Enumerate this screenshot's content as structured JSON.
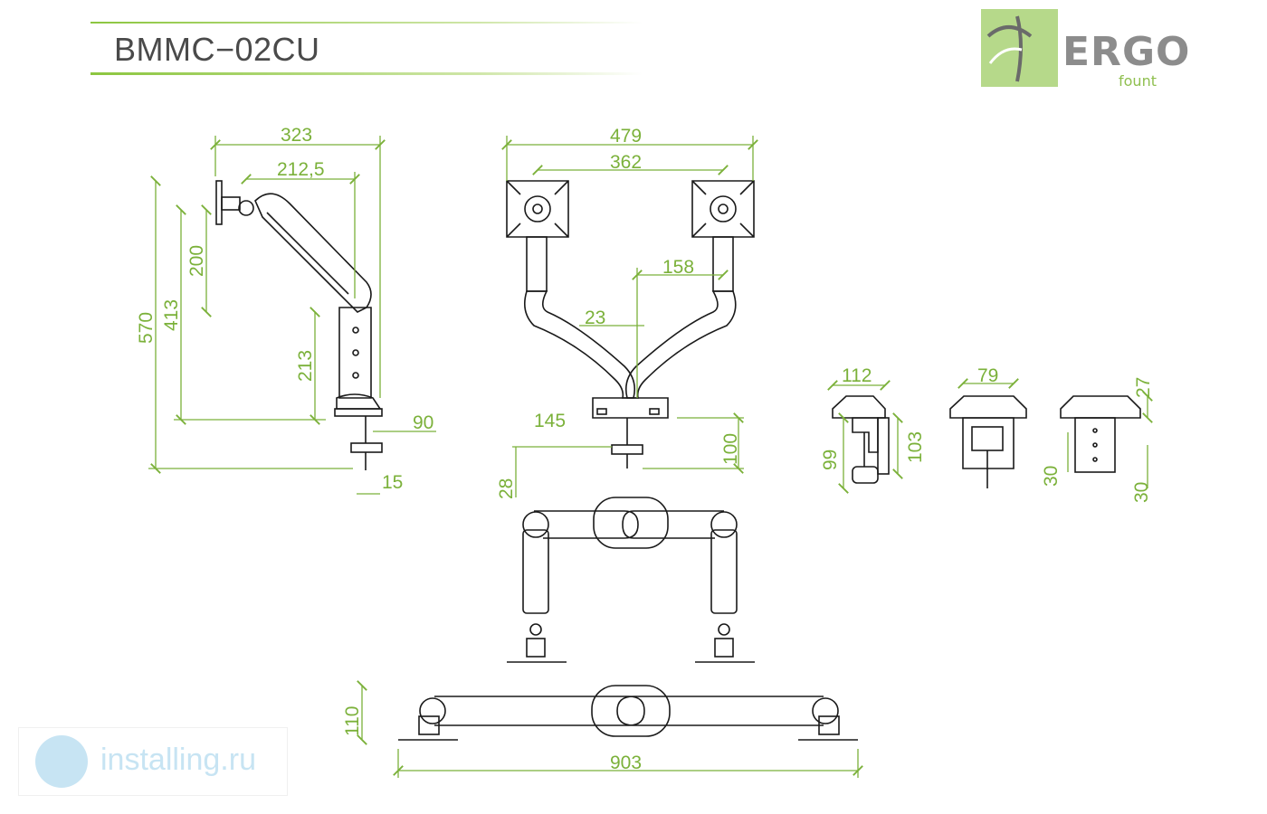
{
  "title": "BMMC−02CU",
  "logo": {
    "brand": "ERGO",
    "sub": "fount",
    "accent": "#8cc63f"
  },
  "watermark": {
    "text": "installing.ru",
    "color": "#c7e4f3"
  },
  "colors": {
    "dimension": "#7bb13a",
    "outline": "#1a1a1a"
  },
  "dimensions": {
    "d323": "323",
    "d212": "212,5",
    "d200": "200",
    "d413": "413",
    "d570": "570",
    "d213": "213",
    "d90": "90",
    "d15": "15",
    "d479": "479",
    "d362": "362",
    "d158": "158",
    "d23": "23",
    "d145": "145",
    "d100": "100",
    "d28": "28",
    "d112": "112",
    "d99": "99",
    "d103": "103",
    "d79": "79",
    "d27": "27",
    "d30a": "30",
    "d30b": "30",
    "d110": "110",
    "d903": "903"
  }
}
